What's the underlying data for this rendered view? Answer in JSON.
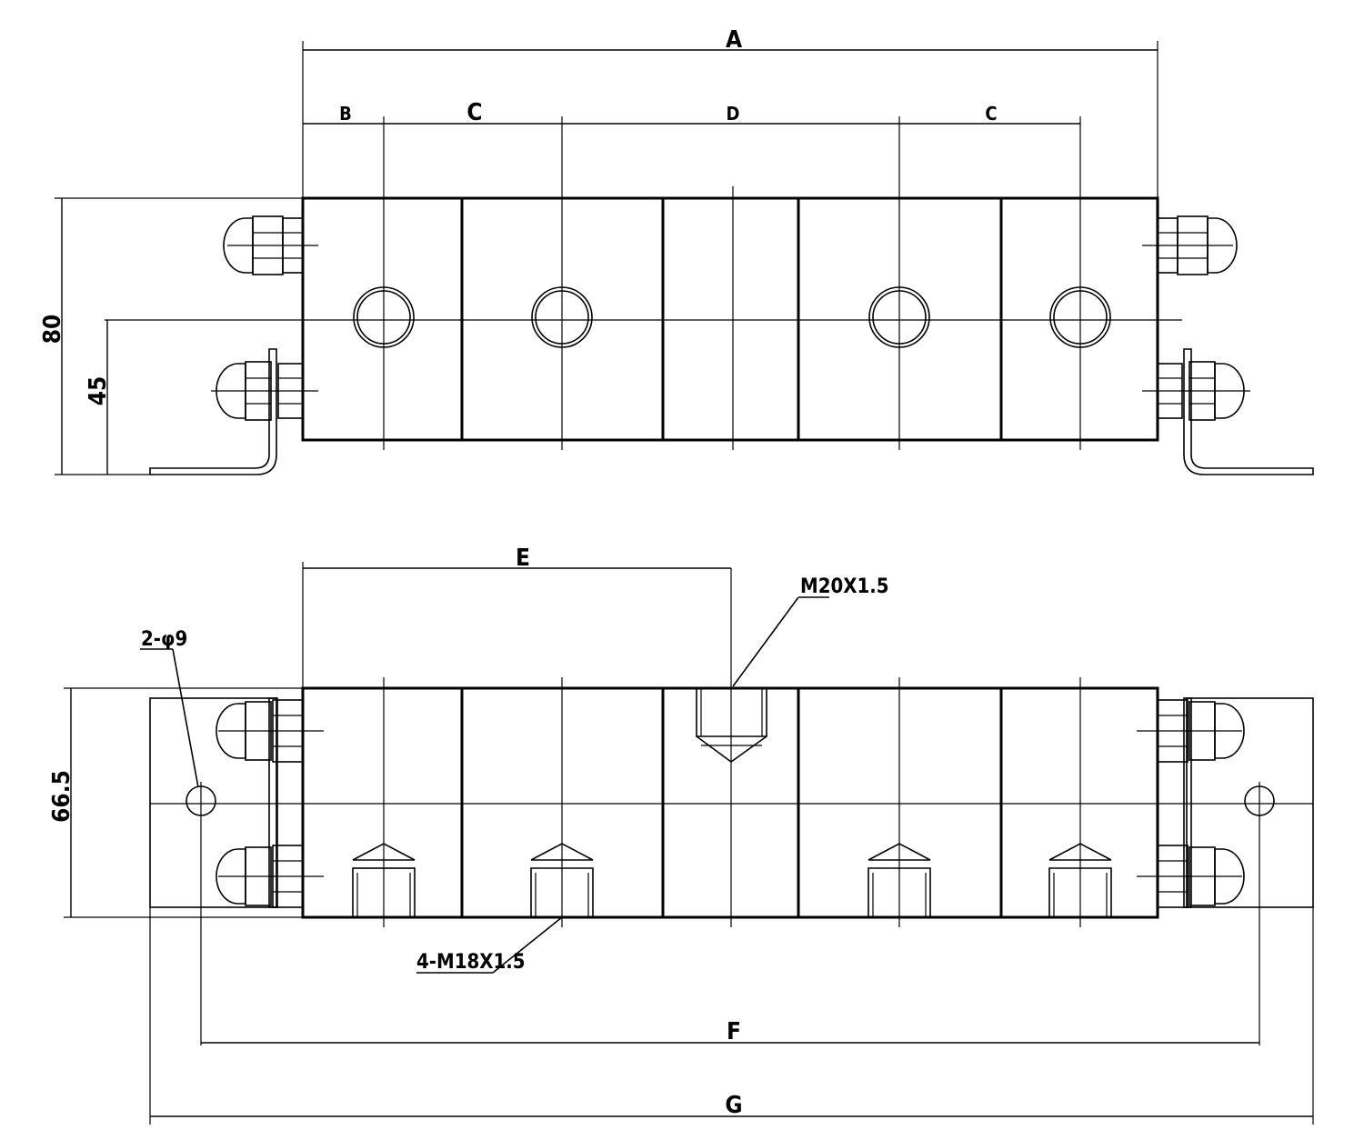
{
  "top_view": {
    "dims": {
      "A": "A",
      "B": "B",
      "C1": "C",
      "D": "D",
      "C2": "C",
      "height_80": "80",
      "height_45": "45"
    }
  },
  "bottom_view": {
    "dims": {
      "E": "E",
      "F": "F",
      "G": "G",
      "height_66_5": "66.5"
    },
    "callouts": {
      "m20": "M20X1.5",
      "holes": "2-φ9",
      "m18": "4-M18X1.5"
    }
  }
}
